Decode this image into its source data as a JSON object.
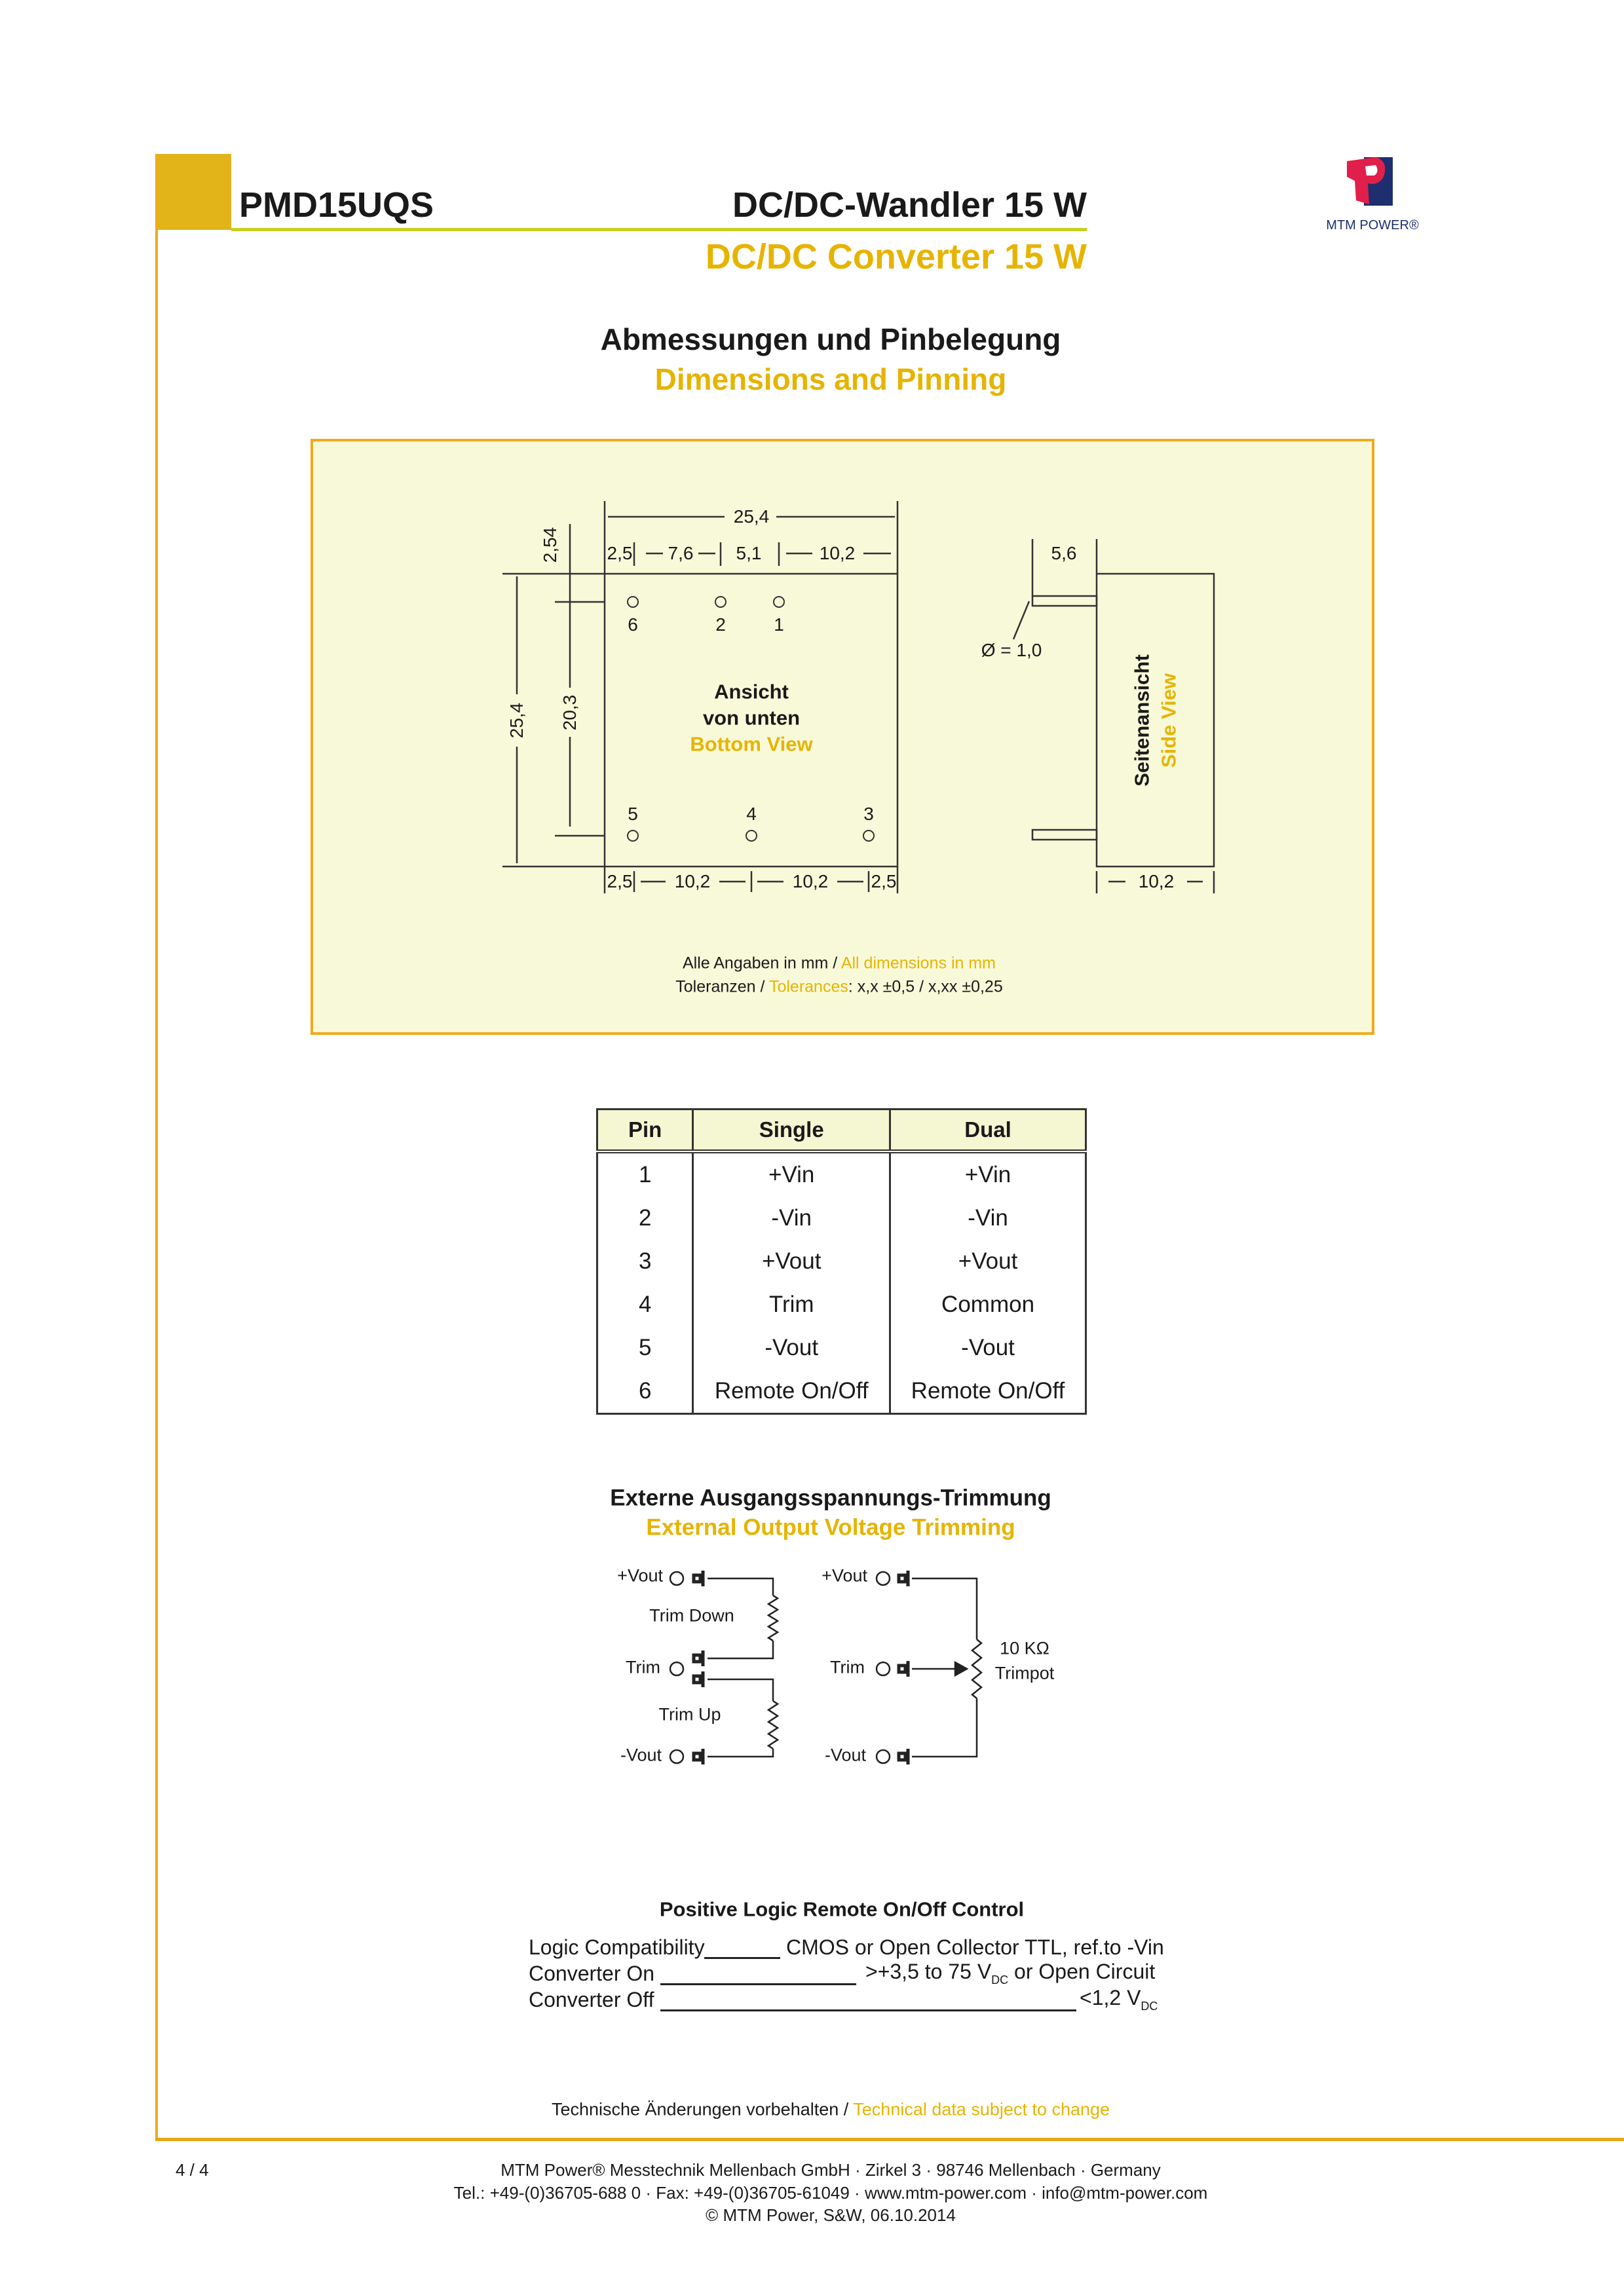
{
  "header": {
    "model": "PMD15UQS",
    "title_de": "DC/DC-Wandler 15 W",
    "title_en": "DC/DC Converter 15 W",
    "logo_text": "MTM POWER®"
  },
  "section": {
    "title_de": "Abmessungen und Pinbelegung",
    "title_en": "Dimensions and Pinning"
  },
  "dimensions": {
    "top_total": "25,4",
    "top_dims": [
      "2,5",
      "7,6",
      "5,1",
      "10,2"
    ],
    "pitch": "2,54",
    "left_total": "25,4",
    "left_inner": "20,3",
    "pins_top": [
      "6",
      "2",
      "1"
    ],
    "pins_bottom": [
      "5",
      "4",
      "3"
    ],
    "view_de_1": "Ansicht",
    "view_de_2": "von unten",
    "view_en": "Bottom View",
    "bottom_dims": [
      "2,5",
      "10,2",
      "10,2",
      "2,5"
    ],
    "side_width": "5,6",
    "pin_diameter": "Ø = 1,0",
    "side_bottom": "10,2",
    "side_de": "Seitenansicht",
    "side_en": "Side View",
    "note_de": "Alle Angaben in mm / ",
    "note_en": "All dimensions in mm",
    "tol_de": "Toleranzen / ",
    "tol_en": "Tolerances",
    "tol_values": ": x,x ±0,5 / x,xx ±0,25"
  },
  "pin_table": {
    "headers": [
      "Pin",
      "Single",
      "Dual"
    ],
    "rows": [
      [
        "1",
        "+Vin",
        "+Vin"
      ],
      [
        "2",
        "-Vin",
        "-Vin"
      ],
      [
        "3",
        "+Vout",
        "+Vout"
      ],
      [
        "4",
        "Trim",
        "Common"
      ],
      [
        "5",
        "-Vout",
        "-Vout"
      ],
      [
        "6",
        "Remote On/Off",
        "Remote On/Off"
      ]
    ]
  },
  "trim": {
    "title_de": "Externe Ausgangsspannungs-Trimmung",
    "title_en": "External Output Voltage Trimming",
    "plus_vout": "+Vout",
    "trim": "Trim",
    "minus_vout": "-Vout",
    "trim_down": "Trim Down",
    "trim_up": "Trim Up",
    "pot_value": "10 KΩ",
    "pot_label": "Trimpot"
  },
  "logic": {
    "title": "Positive Logic Remote On/Off Control",
    "row1_label": "Logic Compatibility",
    "row1_value": "CMOS or Open Collector TTL, ref.to -Vin",
    "row2_label": "Converter On",
    "row2_value": ">+3,5 to 75 V",
    "row2_sub": "DC",
    "row2_suffix": " or Open Circuit",
    "row3_label": "Converter Off",
    "row3_value": "<1,2 V",
    "row3_sub": "DC"
  },
  "notice": {
    "de": "Technische Änderungen vorbehalten / ",
    "en": "Technical data subject to change"
  },
  "footer": {
    "page": "4 / 4",
    "line1": "MTM Power® Messtechnik Mellenbach GmbH · Zirkel 3 · 98746 Mellenbach · Germany",
    "line2": "Tel.: +49-(0)36705-688 0 · Fax: +49-(0)36705-61049 · www.mtm-power.com · info@mtm-power.com",
    "line3": "© MTM Power, S&W, 06.10.2014"
  },
  "colors": {
    "accent_yellow": "#e6b400",
    "frame_orange": "#f0aa1c",
    "box_bg": "#f8f9d9"
  }
}
